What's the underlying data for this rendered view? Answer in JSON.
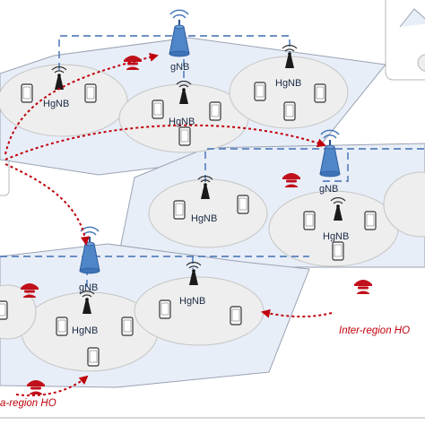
{
  "labels": {
    "gnb": "gNB",
    "hgnb": "HgNB",
    "inter_region": "Inter-region HO",
    "intra_region": "a-region HO"
  },
  "colors": {
    "region_fill": "#e8eef8",
    "region_stroke": "#9aa3b2",
    "cell_fill": "#eeeeee",
    "cell_stroke": "#c4c4c4",
    "gnb_blue": "#3f73b8",
    "backhaul_dash": "#3f6fb3",
    "handover_red": "#c0000b",
    "attacker_red": "#c0101b"
  },
  "icons": [
    "gnb-tower-icon",
    "hgnb-tower-icon",
    "phone-icon",
    "attacker-icon",
    "handover-arrow"
  ]
}
